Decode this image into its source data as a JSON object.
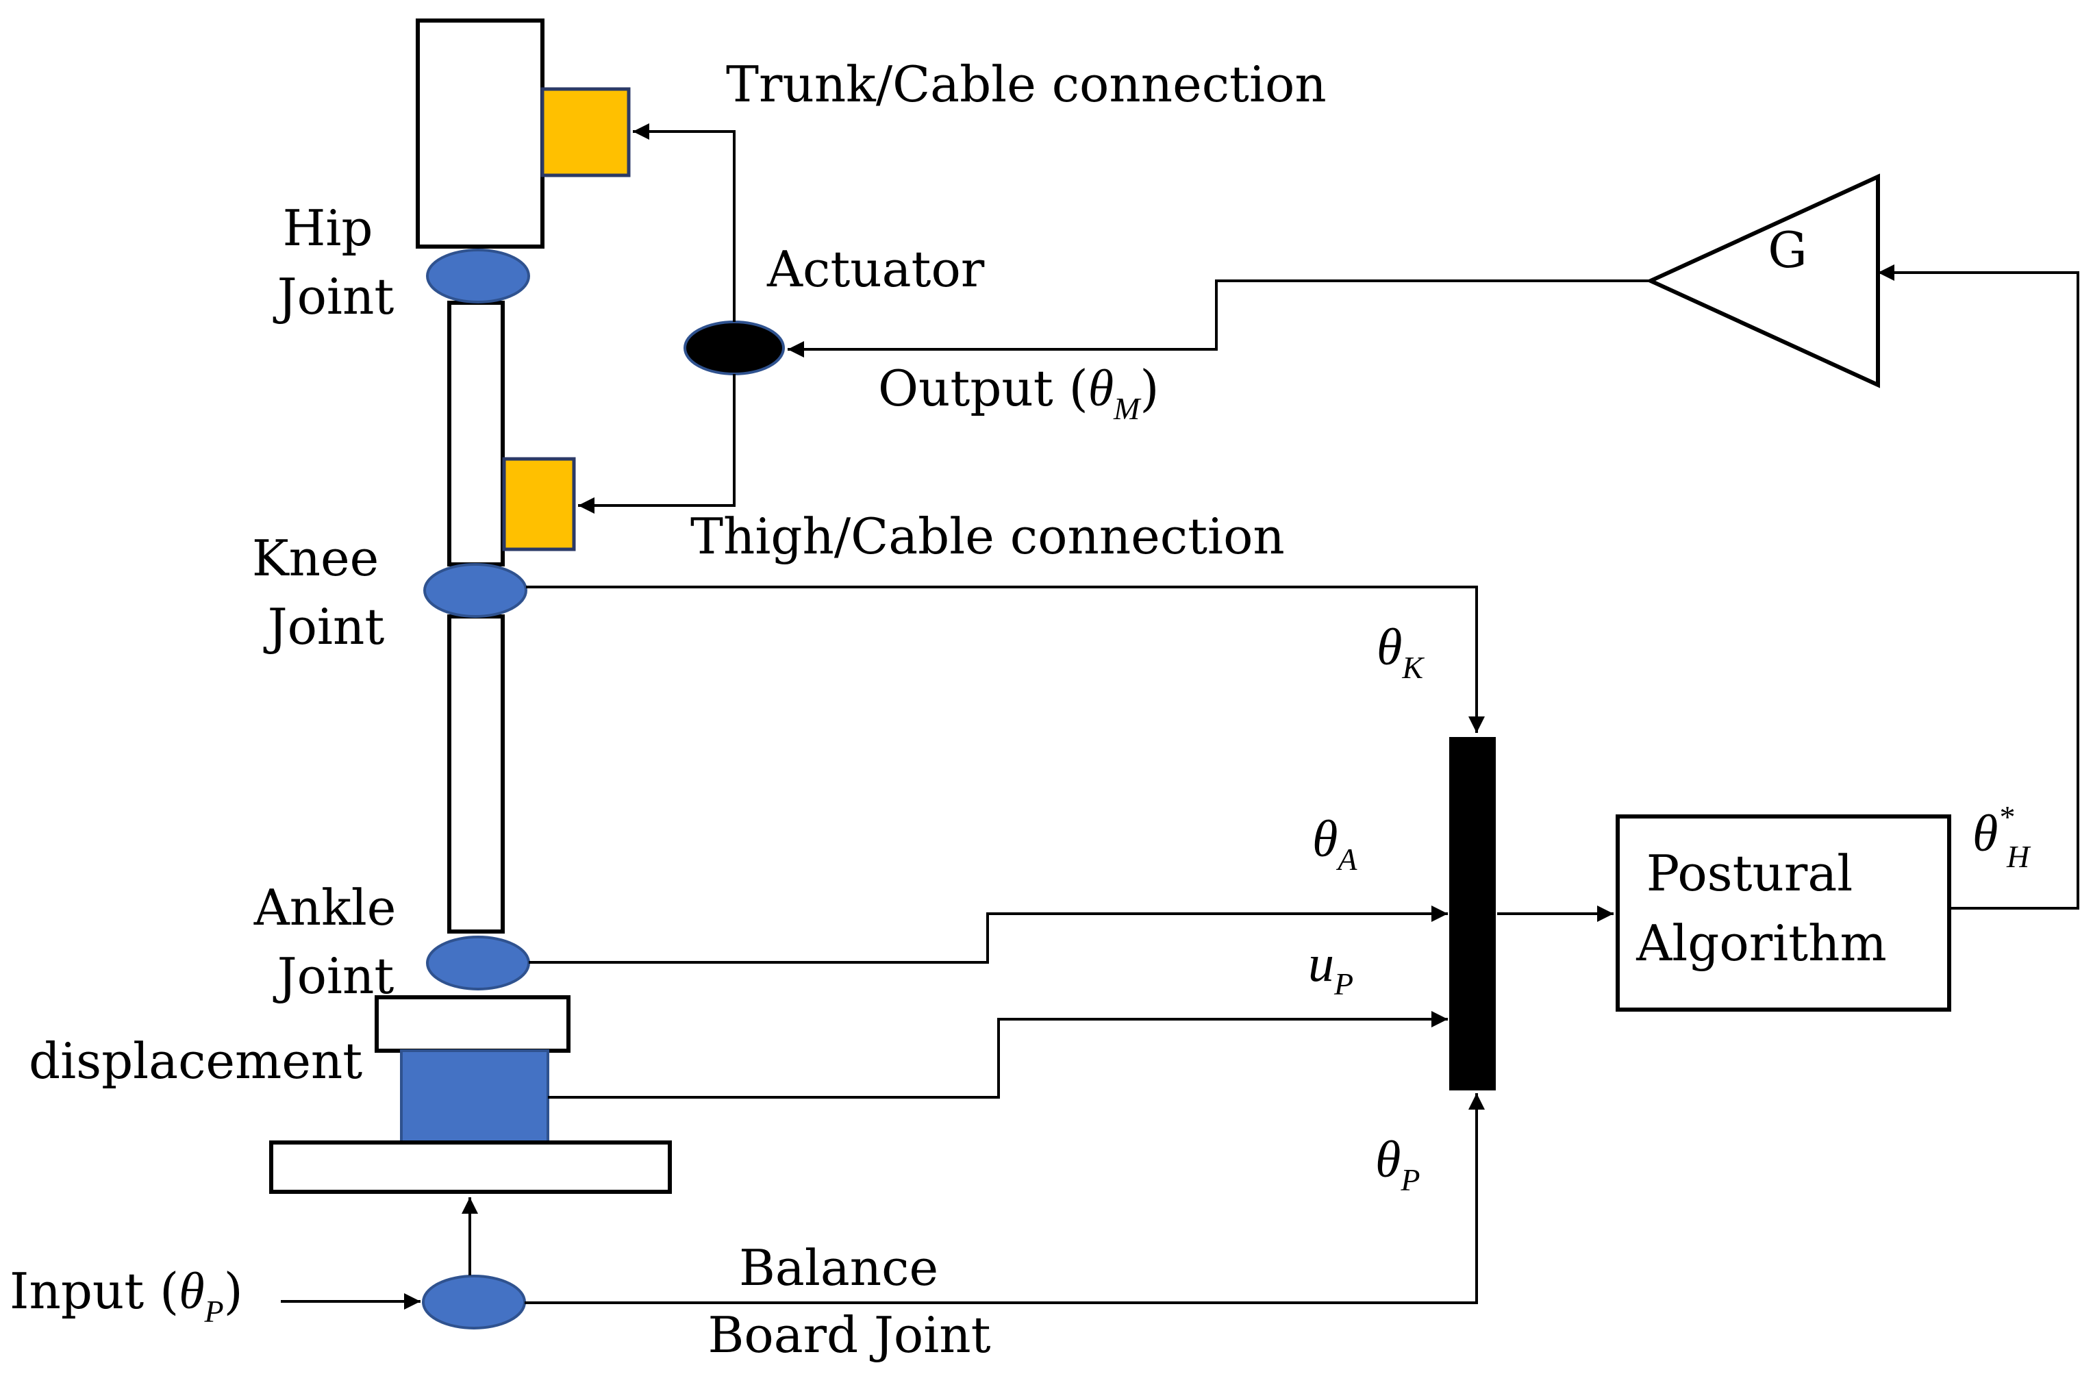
{
  "labels": {
    "trunk_cable": "Trunk/Cable connection",
    "actuator": "Actuator",
    "hip_line1": "Hip",
    "hip_line2": "Joint",
    "output_prefix": "Output (",
    "output_suffix": ")",
    "thigh_cable": "Thigh/Cable connection",
    "knee_line1": "Knee",
    "knee_line2": "Joint",
    "ankle_line1": "Ankle",
    "ankle_line2": "Joint",
    "displacement": "displacement",
    "input_prefix": "Input (",
    "input_suffix": ")",
    "balance_line1": "Balance",
    "balance_line2": "Board Joint",
    "gain": "G",
    "postural_line1": "Postural",
    "postural_line2": "Algorithm"
  },
  "symbols": {
    "theta": "θ",
    "u": "u",
    "star": "*",
    "theta_m_sub": "M",
    "theta_k_sub": "K",
    "theta_a_sub": "A",
    "u_p_sub": "P",
    "theta_p_sub": "P",
    "theta_h_sub": "H",
    "input_sub": "P"
  },
  "colors": {
    "joint_fill": "#4472c4",
    "joint_stroke": "#2f528f",
    "connector_fill": "#ffc000",
    "actuator_fill": "#000000",
    "piston_fill": "#4472c4",
    "line": "#000000"
  }
}
